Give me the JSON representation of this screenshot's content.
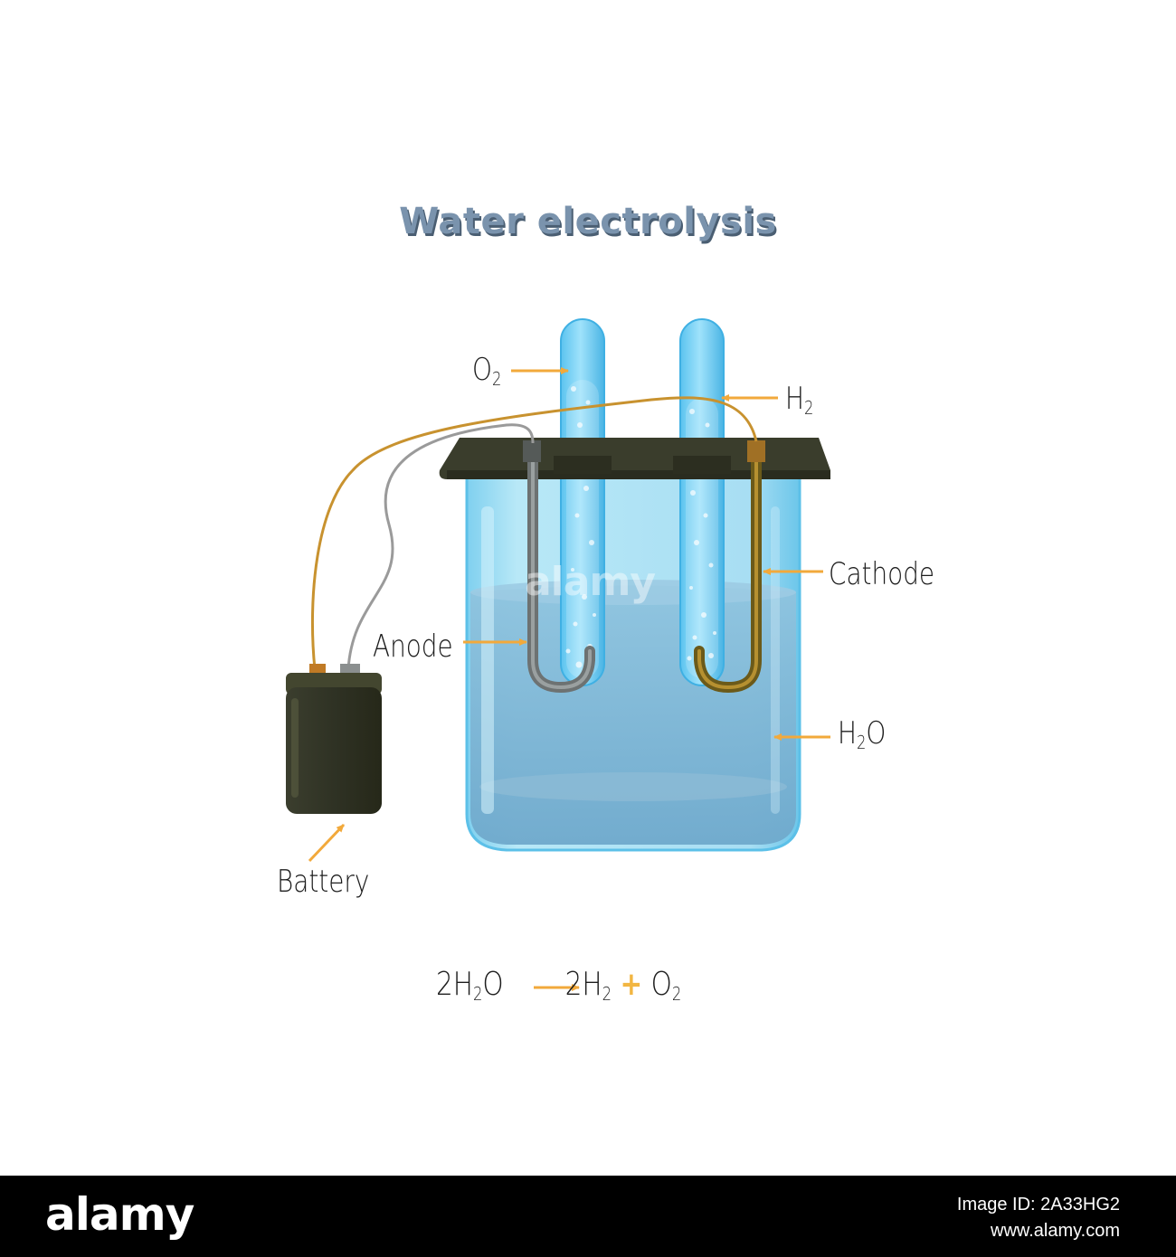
{
  "title": "Water electrolysis",
  "labels": {
    "o2": {
      "main": "O",
      "sub": "2"
    },
    "h2": {
      "main": "H",
      "sub": "2"
    },
    "cathode": "Cathode",
    "anode": "Anode",
    "h2o": {
      "main": "H",
      "sub": "2",
      "tail": "O"
    },
    "battery": "Battery"
  },
  "equation": {
    "lhs": {
      "coef": "2H",
      "sub": "2",
      "tail": "O"
    },
    "rhs1": {
      "coef": "2H",
      "sub": "2"
    },
    "plus": "+",
    "rhs2": {
      "coef": "O",
      "sub": "2"
    }
  },
  "watermark": "alamy",
  "footer": {
    "logo": "alamy",
    "image_id": "Image ID: 2A33HG2",
    "site": "www.alamy.com"
  },
  "colors": {
    "title": "#7a93ad",
    "arrow": "#f2a93b",
    "water": "#7fb7d8",
    "beaker": "#a9dcef",
    "lid": "#3a3d2c",
    "copper_wire": "#c8922f",
    "grey_wire": "#9a9a9a"
  }
}
